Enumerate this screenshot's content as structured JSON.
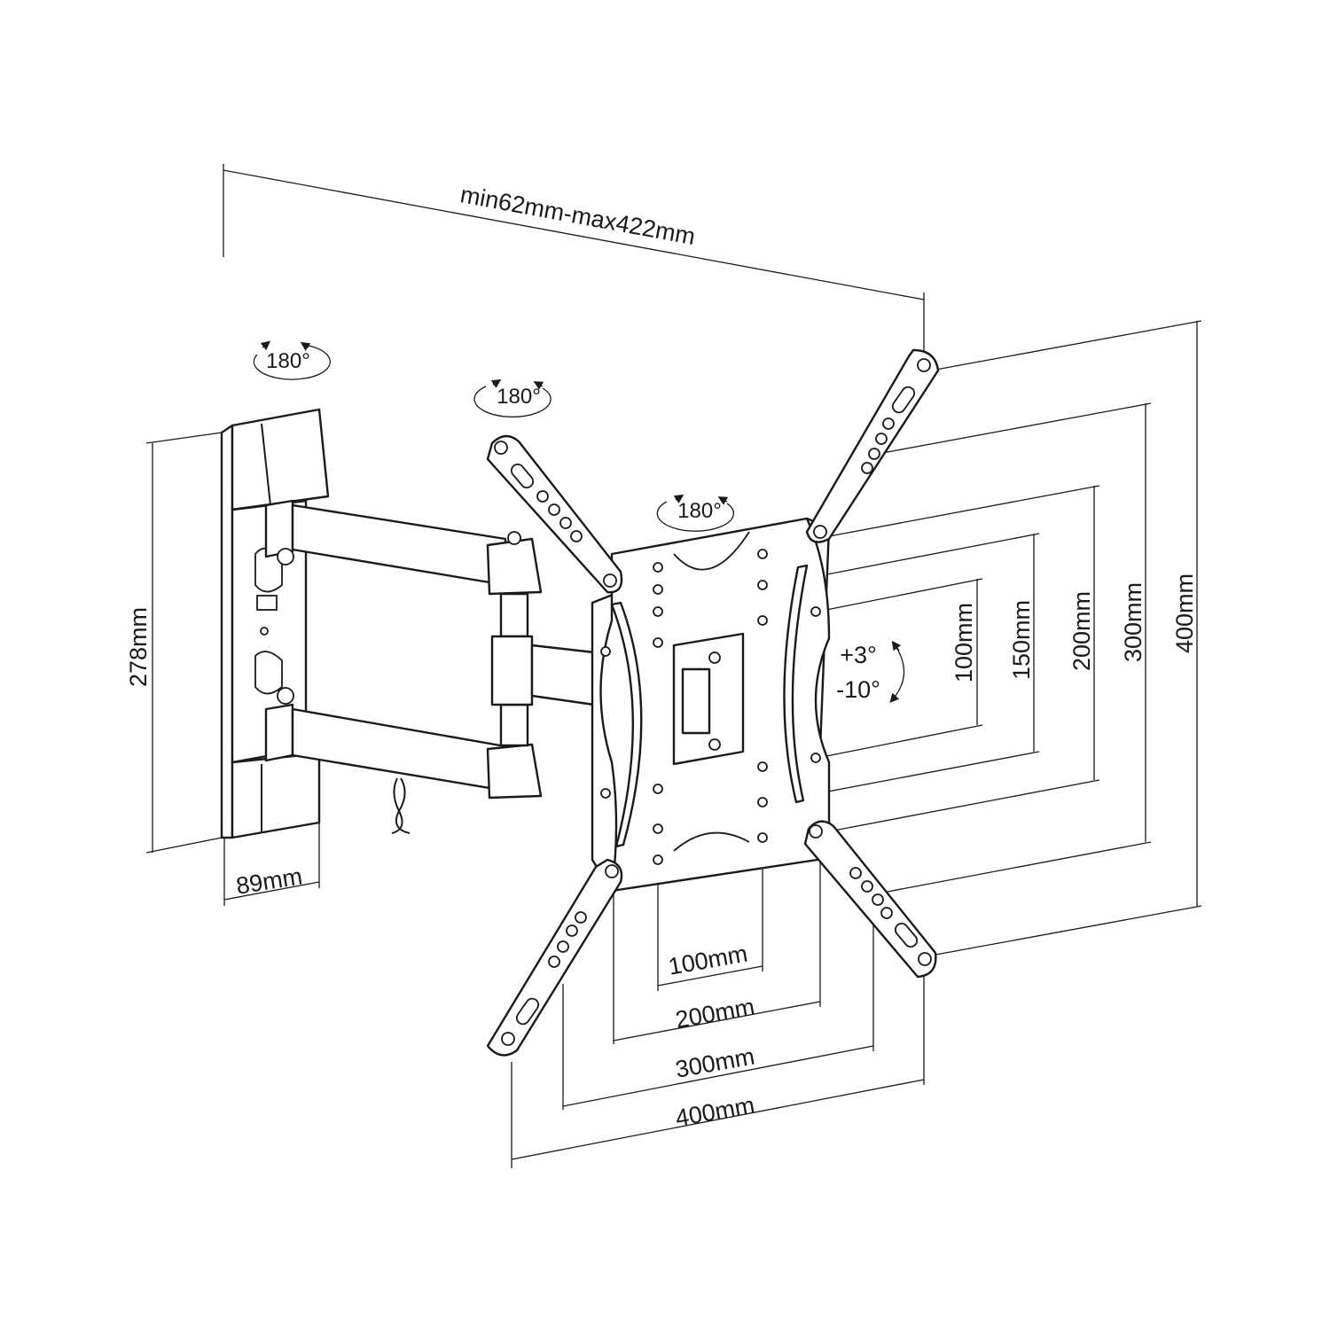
{
  "dimensions": {
    "arm_extension": "min62mm-max422mm",
    "wall_plate_height": "278mm",
    "wall_plate_depth": "89mm",
    "vesa_horizontal": [
      "100mm",
      "200mm",
      "300mm",
      "400mm"
    ],
    "vesa_vertical": [
      "100mm",
      "150mm",
      "200mm",
      "300mm",
      "400mm"
    ]
  },
  "rotations": {
    "wall_joint": "180°",
    "arm_joint": "180°",
    "plate_rotation": "180°"
  },
  "tilt": {
    "up": "+3°",
    "down": "-10°"
  }
}
